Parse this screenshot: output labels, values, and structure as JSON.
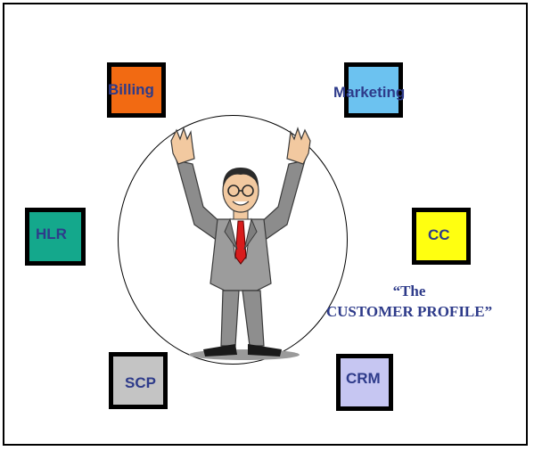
{
  "diagram": {
    "nodes": [
      {
        "id": "billing",
        "label": "Billing",
        "color": "#f26a12"
      },
      {
        "id": "marketing",
        "label": "Marketing",
        "color": "#6cc2f0"
      },
      {
        "id": "hlr",
        "label": "HLR",
        "color": "#14a88c"
      },
      {
        "id": "cc",
        "label": "CC",
        "color": "#ffff10"
      },
      {
        "id": "scp",
        "label": "SCP",
        "color": "#c4c4c4"
      },
      {
        "id": "crm",
        "label": "CRM",
        "color": "#c6c6f2"
      }
    ],
    "caption_line1": "“The",
    "caption_line2": "CUSTOMER PROFILE”",
    "text_color": "#2e3b8a"
  }
}
